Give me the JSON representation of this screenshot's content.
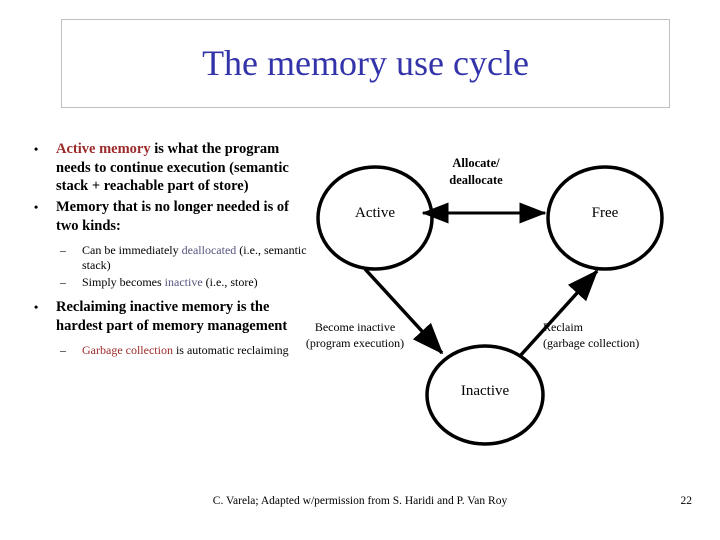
{
  "slide": {
    "title": "The memory use cycle",
    "title_color": "#3333aa",
    "accent_red": "#9c2a2a",
    "accent_blue": "#55557f"
  },
  "body": {
    "bullets": [
      {
        "marker": "•",
        "level": 1,
        "segments": [
          {
            "text": "Active memory",
            "style": "red"
          },
          {
            "text": " is what the program needs to continue execution (semantic stack + reachable part of store)",
            "style": "plain"
          }
        ]
      },
      {
        "marker": "•",
        "level": 1,
        "segments": [
          {
            "text": "Memory that is no longer needed is of two kinds:",
            "style": "plain"
          }
        ]
      },
      {
        "marker": "–",
        "level": 2,
        "segments": [
          {
            "text": "Can be immediately ",
            "style": "plain"
          },
          {
            "text": "deallocated",
            "style": "blue"
          },
          {
            "text": " (i.e., semantic stack)",
            "style": "plain"
          }
        ]
      },
      {
        "marker": "–",
        "level": 2,
        "segments": [
          {
            "text": "Simply becomes ",
            "style": "plain"
          },
          {
            "text": "inactive",
            "style": "blue"
          },
          {
            "text": " (i.e., store)",
            "style": "plain"
          }
        ]
      },
      {
        "marker": "•",
        "level": 1,
        "segments": [
          {
            "text": "Reclaiming inactive memory is the hardest part of memory management",
            "style": "plain"
          }
        ]
      },
      {
        "marker": "–",
        "level": 2,
        "segments": [
          {
            "text": "Garbage collection",
            "style": "red"
          },
          {
            "text": " is automatic reclaiming",
            "style": "plain"
          }
        ]
      }
    ]
  },
  "diagram": {
    "nodes": {
      "active": "Active",
      "free": "Free",
      "inactive": "Inactive"
    },
    "edges": {
      "allocate_line1": "Allocate/",
      "allocate_line2": "deallocate",
      "become_line1": "Become inactive",
      "become_line2": "(program execution)",
      "reclaim_line1": "Reclaim",
      "reclaim_line2": "(garbage collection)"
    }
  },
  "footer": {
    "credit": "C. Varela; Adapted w/permission from S. Haridi and P. Van Roy",
    "page_number": "22"
  }
}
